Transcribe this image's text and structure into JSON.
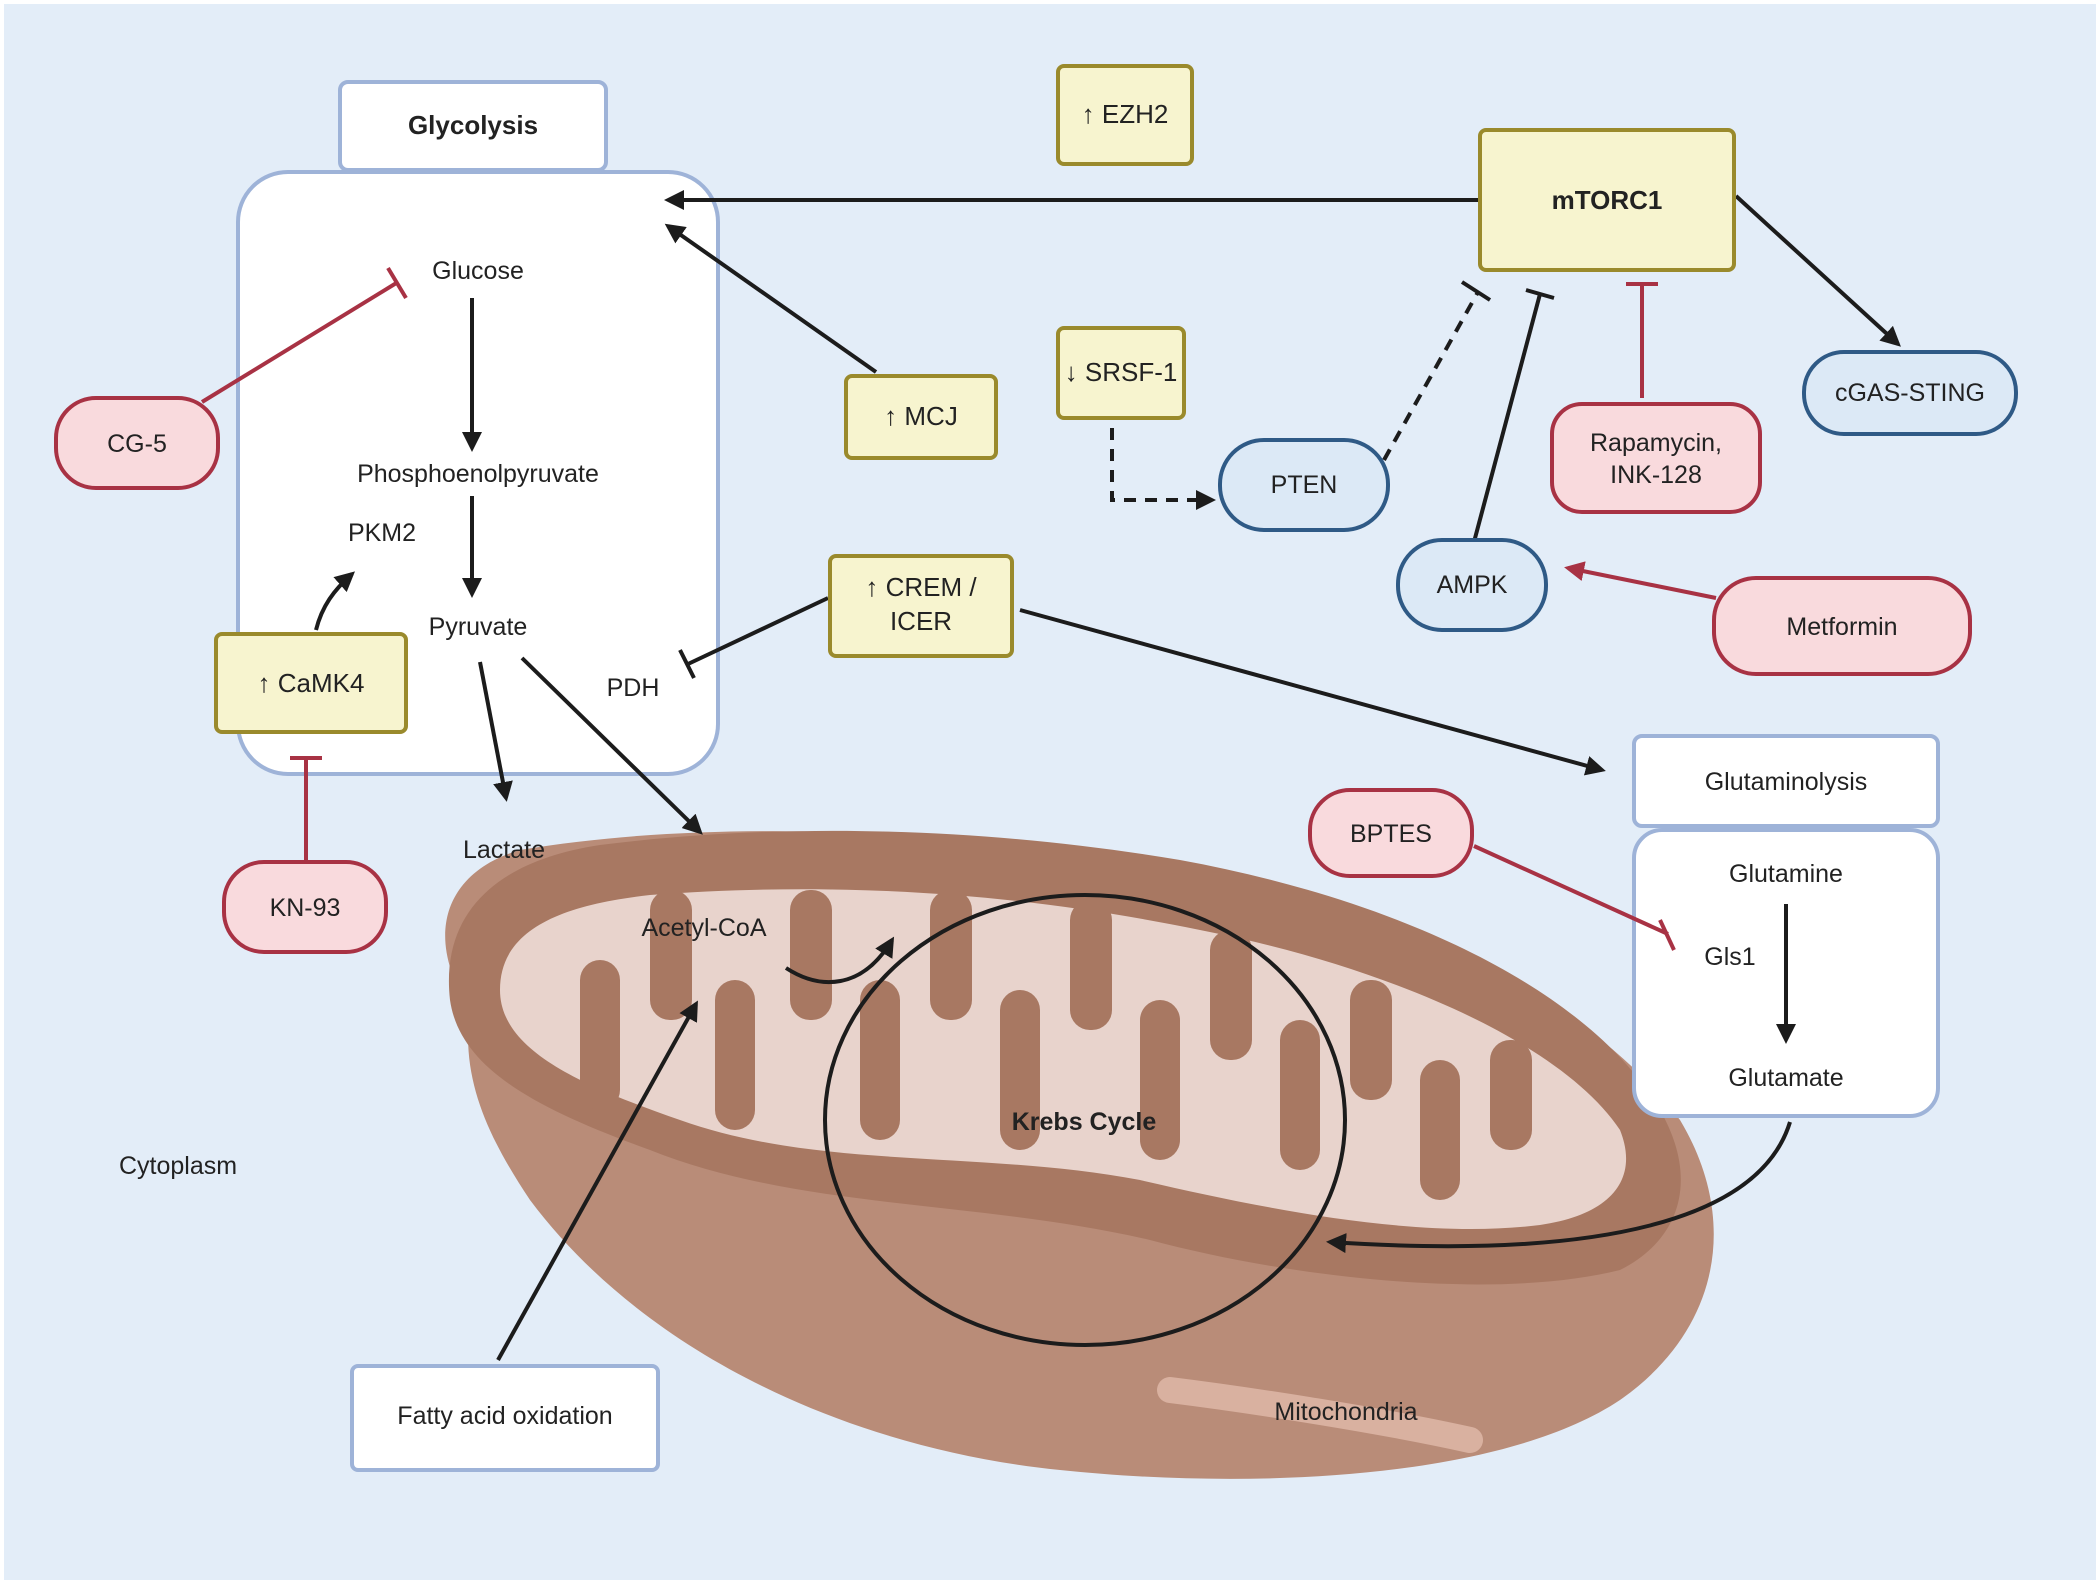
{
  "colors": {
    "background": "#e3edf8",
    "blue_border": "#9eb3d8",
    "yellow_fill": "#f7f4cf",
    "yellow_border": "#9a8a2c",
    "pink_fill": "#f9dadd",
    "red_border": "#a83244",
    "blue_fill": "#dce9f6",
    "dark_blue_border": "#2f5a86",
    "mito_outer": "#a87862",
    "mito_inner": "#e8d3cc",
    "arrow": "#1c1c1c",
    "inhibit": "#a83244"
  },
  "glycolysis": {
    "title": "Glycolysis",
    "glucose": "Glucose",
    "pep": "Phosphoenolpyruvate",
    "pkm2": "PKM2",
    "pyruvate": "Pyruvate",
    "pdh": "PDH",
    "lactate": "Lactate"
  },
  "regulators": {
    "ezh2": "↑ EZH2",
    "mcj": "↑ MCJ",
    "srsf1": "↓ SRSF-1",
    "crem_line1": "↑ CREM /",
    "crem_line2": "ICER",
    "camk4": "↑ CaMK4",
    "mtorc1": "mTORC1"
  },
  "inhibitors": {
    "cg5": "CG-5",
    "kn93": "KN-93",
    "rapamycin_line1": "Rapamycin,",
    "rapamycin_line2": "INK-128",
    "metformin": "Metformin",
    "bptes": "BPTES"
  },
  "signaling": {
    "pten": "PTEN",
    "ampk": "AMPK",
    "cgas_sting": "cGAS-STING"
  },
  "glutaminolysis": {
    "title": "Glutaminolysis",
    "glutamine": "Glutamine",
    "gls1": "Gls1",
    "glutamate": "Glutamate"
  },
  "mitochondria": {
    "acetyl_coa": "Acetyl-CoA",
    "krebs": "Krebs Cycle",
    "label": "Mitochondria"
  },
  "fatty_acid_oxidation": "Fatty acid oxidation",
  "cytoplasm": "Cytoplasm"
}
